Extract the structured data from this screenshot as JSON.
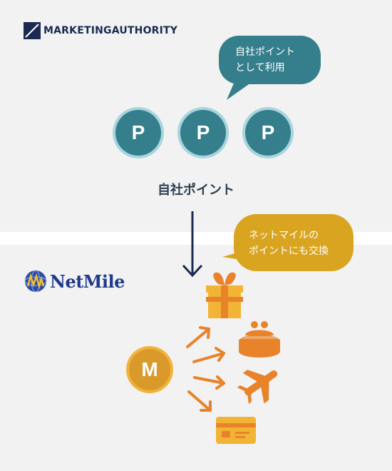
{
  "brand": {
    "marketing_authority": "MarketingAuthority",
    "netmile": "NetMile"
  },
  "bubbles": {
    "own_points": {
      "line1": "自社ポイント",
      "line2": "として利用",
      "color": "#357f8c"
    },
    "netmile_exchange": {
      "line1": "ネットマイルの",
      "line2": "ポイントにも交換",
      "color": "#d9a521"
    }
  },
  "coins": {
    "point_symbol": "P",
    "mile_symbol": "M",
    "point_count": 3
  },
  "labels": {
    "own_points": "自社ポイント"
  },
  "colors": {
    "teal": "#357f8c",
    "teal_light": "#a8d5de",
    "orange": "#e8832a",
    "gold": "#d99a2b",
    "navy": "#1a2a52"
  },
  "icons": [
    "gift-icon",
    "coin-purse-icon",
    "airplane-icon",
    "credit-card-icon",
    "down-arrow-icon"
  ]
}
